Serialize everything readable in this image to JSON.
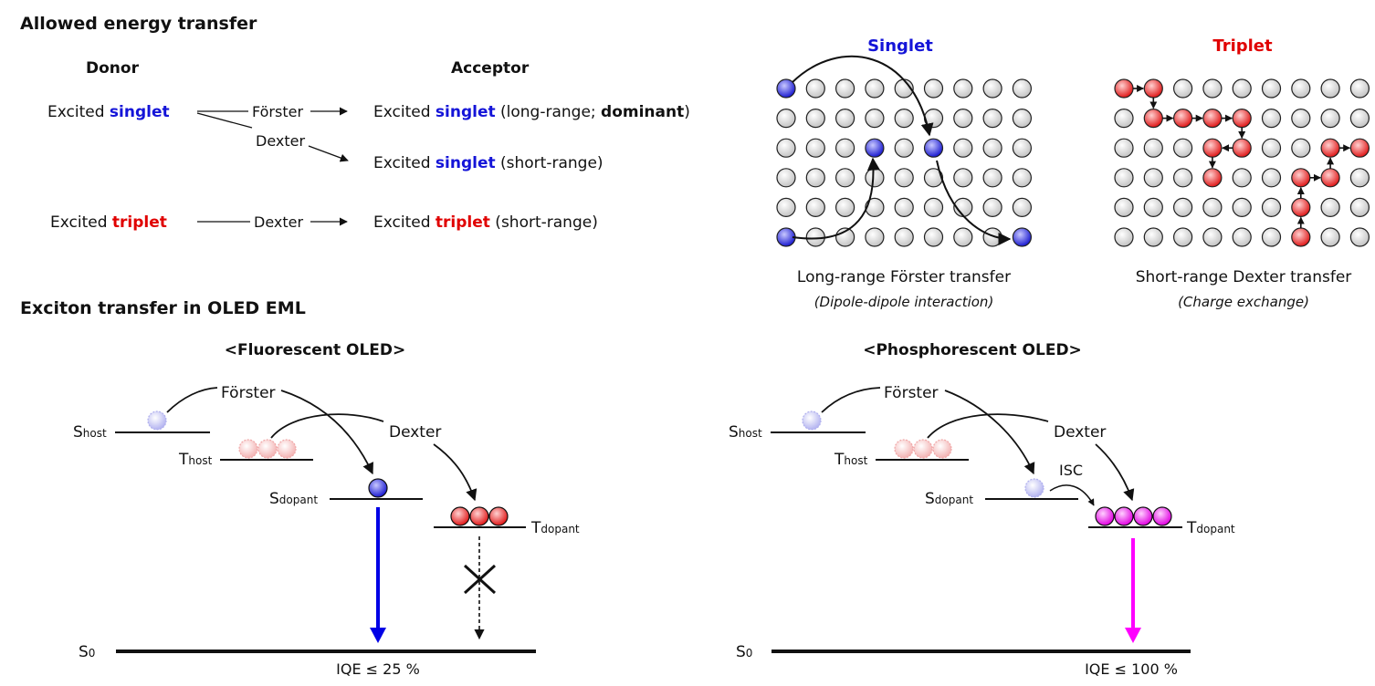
{
  "allowed": {
    "heading": "Allowed energy transfer",
    "donor_header": "Donor",
    "acceptor_header": "Acceptor",
    "row1_donor_prefix": "Excited ",
    "row1_donor_kw": "singlet",
    "forster": "Förster",
    "dexter_a": "Dexter",
    "acc1_prefix": "Excited ",
    "acc1_kw": "singlet",
    "acc1_mid": " (long-range; ",
    "acc1_bold": "dominant",
    "acc1_end": ")",
    "acc2_prefix": "Excited ",
    "acc2_kw": "singlet",
    "acc2_suffix": " (short-range)",
    "row3_donor_prefix": "Excited ",
    "row3_donor_kw": "triplet",
    "dexter_b": "Dexter",
    "acc3_prefix": "Excited ",
    "acc3_kw": "triplet",
    "acc3_suffix": " (short-range)"
  },
  "lattice": {
    "singlet_title": "Singlet",
    "triplet_title": "Triplet",
    "singlet_caption": "Long-range Förster transfer",
    "singlet_subcaption": "(Dipole-dipole interaction)",
    "triplet_caption": "Short-range Dexter transfer",
    "triplet_subcaption": "(Charge exchange)",
    "colors": {
      "grey": "#d9d9d9",
      "blue": "#2f2fd8",
      "red": "#e52a2a"
    }
  },
  "exciton": {
    "heading": "Exciton transfer in OLED EML",
    "fluor_title": "<Fluorescent OLED>",
    "phos_title": "<Phosphorescent OLED>",
    "S": "S",
    "T": "T",
    "host": "host",
    "dopant": "dopant",
    "S0": "S",
    "zero": "0",
    "forster": "Förster",
    "dexter": "Dexter",
    "isc": "ISC",
    "fluor_iqe": "IQE ≤ 25 %",
    "phos_iqe": "IQE ≤ 100 %",
    "colors": {
      "blue": "#0000e6",
      "magenta": "#ff00ff"
    }
  }
}
